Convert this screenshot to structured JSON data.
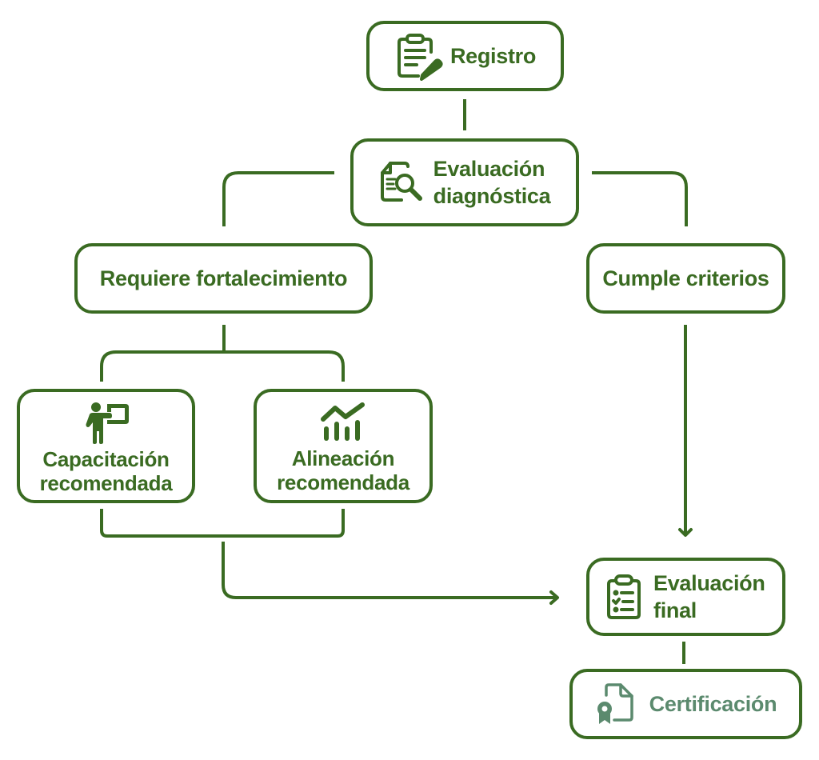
{
  "colors": {
    "primary": "#3a6b22",
    "muted": "#5b8a6e",
    "background": "#ffffff"
  },
  "nodes": {
    "registro": {
      "label": "Registro",
      "icon": "clipboard-pencil-icon"
    },
    "evaluacion_diagnostica": {
      "line1": "Evaluación",
      "line2": "diagnóstica",
      "icon": "document-search-icon"
    },
    "requiere_fortalecimiento": {
      "label": "Requiere fortalecimiento"
    },
    "cumple_criterios": {
      "label": "Cumple criterios"
    },
    "capacitacion": {
      "line1": "Capacitación",
      "line2": "recomendada",
      "icon": "teacher-board-icon"
    },
    "alineacion": {
      "line1": "Alineación",
      "line2": "recomendada",
      "icon": "chart-trend-icon"
    },
    "evaluacion_final": {
      "line1": "Evaluación",
      "line2": "final",
      "icon": "clipboard-checklist-icon"
    },
    "certificacion": {
      "label": "Certificación",
      "icon": "certificate-document-icon"
    }
  },
  "edges": [
    {
      "from": "Registro",
      "to": "Evaluación diagnóstica"
    },
    {
      "from": "Evaluación diagnóstica",
      "to": "Requiere fortalecimiento"
    },
    {
      "from": "Evaluación diagnóstica",
      "to": "Cumple criterios"
    },
    {
      "from": "Requiere fortalecimiento",
      "to": "Capacitación recomendada"
    },
    {
      "from": "Requiere fortalecimiento",
      "to": "Alineación recomendada"
    },
    {
      "from": "Capacitación recomendada",
      "to": "Evaluación final"
    },
    {
      "from": "Alineación recomendada",
      "to": "Evaluación final"
    },
    {
      "from": "Cumple criterios",
      "to": "Evaluación final"
    },
    {
      "from": "Evaluación final",
      "to": "Certificación"
    }
  ]
}
